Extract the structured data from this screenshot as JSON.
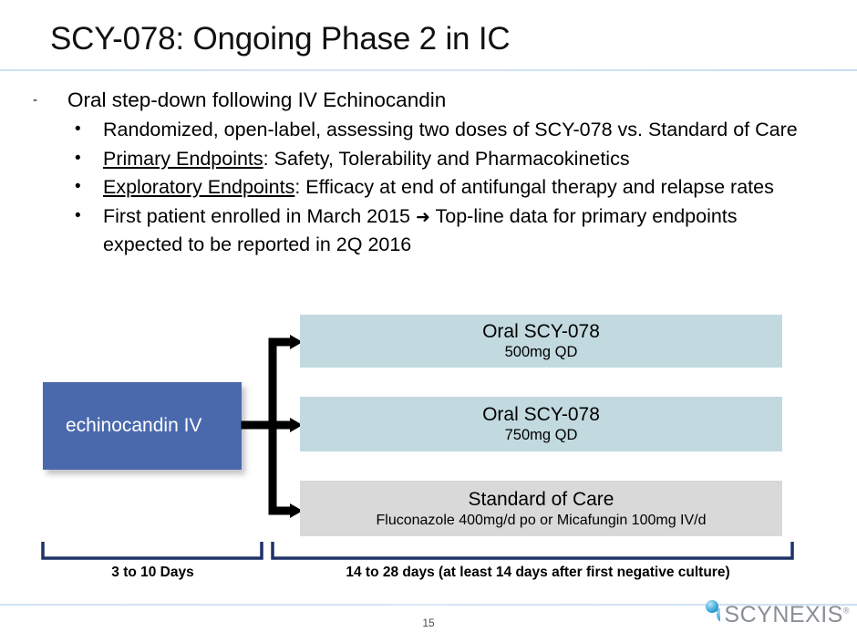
{
  "slide": {
    "title": "SCY-078: Ongoing Phase 2 in IC",
    "page_number": "15"
  },
  "bullets": {
    "dash_marker": "-",
    "dot_marker": "•",
    "level1": "Oral step-down following IV Echinocandin",
    "level2": [
      {
        "lead": "",
        "text": "Randomized, open-label, assessing two doses of SCY-078 vs. Standard of Care"
      },
      {
        "lead": "Primary Endpoints",
        "text": ": Safety, Tolerability and Pharmacokinetics"
      },
      {
        "lead": "Exploratory Endpoints",
        "text": ": Efficacy at end of antifungal therapy and relapse rates"
      },
      {
        "lead": "",
        "text_before_arrow": "First patient enrolled in March 2015 ",
        "arrow": "➜",
        "text_after_arrow": " Top-line data for primary endpoints expected to be reported in 2Q 2016"
      }
    ]
  },
  "diagram": {
    "start_box": {
      "label": "echinocandin IV",
      "color": "#4a69ad",
      "text_color": "#ffffff"
    },
    "arms": [
      {
        "title": "Oral SCY-078",
        "subtitle": "500mg QD",
        "color": "#c2dadf"
      },
      {
        "title": "Oral SCY-078",
        "subtitle": "750mg QD",
        "color": "#c2dadf"
      },
      {
        "title": "Standard of Care",
        "subtitle": "Fluconazole 400mg/d po or Micafungin 100mg IV/d",
        "color": "#d9d9d9"
      }
    ],
    "brackets": [
      {
        "label": "3 to 10 Days",
        "color": "#1f3268"
      },
      {
        "label": "14 to 28 days (at least 14 days after first negative culture)",
        "color": "#1f3268"
      }
    ],
    "arrow_color": "#000000"
  },
  "footer": {
    "logo_text": "SCYNEXIS",
    "logo_registered": "®",
    "logo_icon_color": "#3fa9dc",
    "rule_color": "#d2e2f3"
  }
}
